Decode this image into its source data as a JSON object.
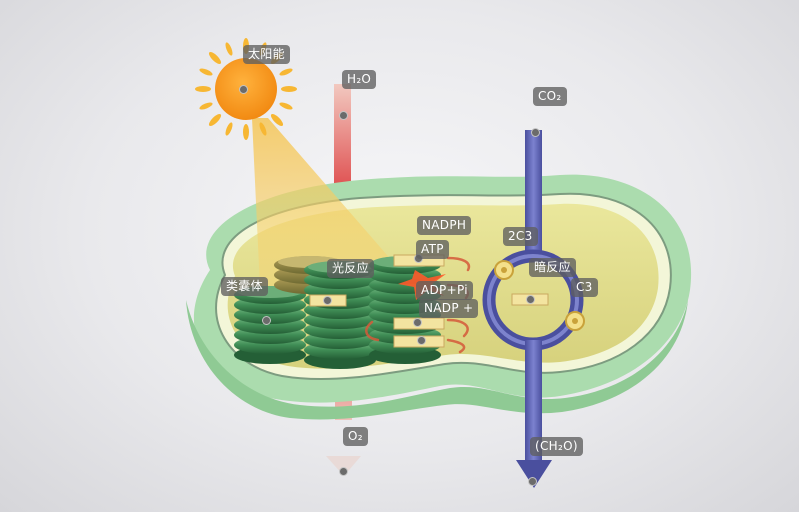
{
  "labels": {
    "sun": "太阳能",
    "water": "H₂O",
    "co2": "CO₂",
    "nadph": "NADPH",
    "atp": "ATP",
    "c3x2": "2C3",
    "dark_reaction": "暗反应",
    "c3": "C3",
    "thylakoid": "类囊体",
    "light_reaction": "光反应",
    "adp_pi": "ADP+Pi",
    "nadp_plus": "NADP +",
    "oxygen": "O₂",
    "carbohydrate": "(CH₂O)"
  },
  "colors": {
    "sun": "#f7941d",
    "membrane": "#a9dcae",
    "stroma": "#e3de8e",
    "grana": "#3d8a52",
    "calvin": "#5a5fae",
    "water_arrow": "#e06a6a"
  }
}
